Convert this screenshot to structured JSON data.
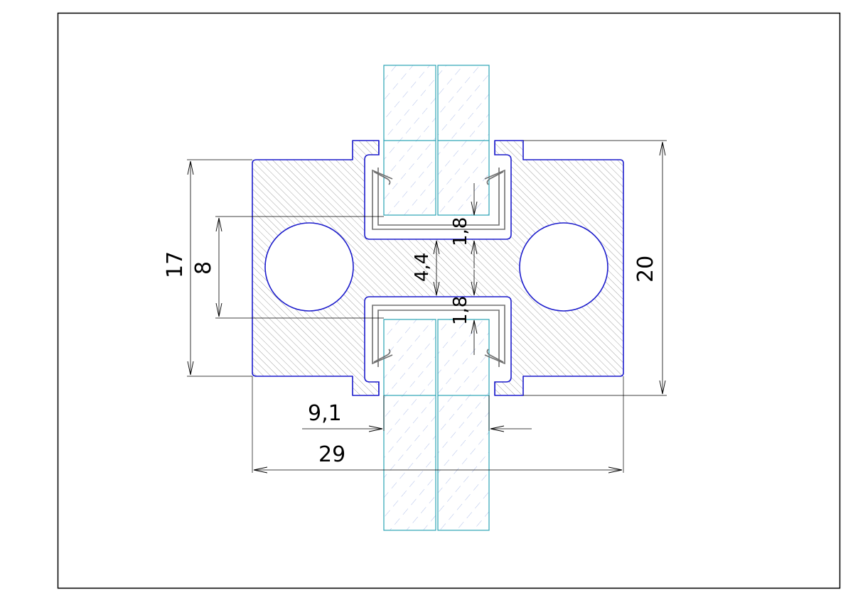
{
  "colors": {
    "profile_outline": "#1c1ccc",
    "glass_line": "#2aa3b5",
    "glass_hatch": "#8aa0e0",
    "seal_line": "#707070",
    "dimension_line": "#000000",
    "frame": "#000000"
  },
  "dimensions": {
    "overall_width": "29",
    "glass_opening": "9,1",
    "overall_height": "20",
    "body_height": "17",
    "inner_height": "8",
    "web_thickness": "4,4",
    "seal_top": "1,8",
    "seal_bottom": "1,8"
  }
}
